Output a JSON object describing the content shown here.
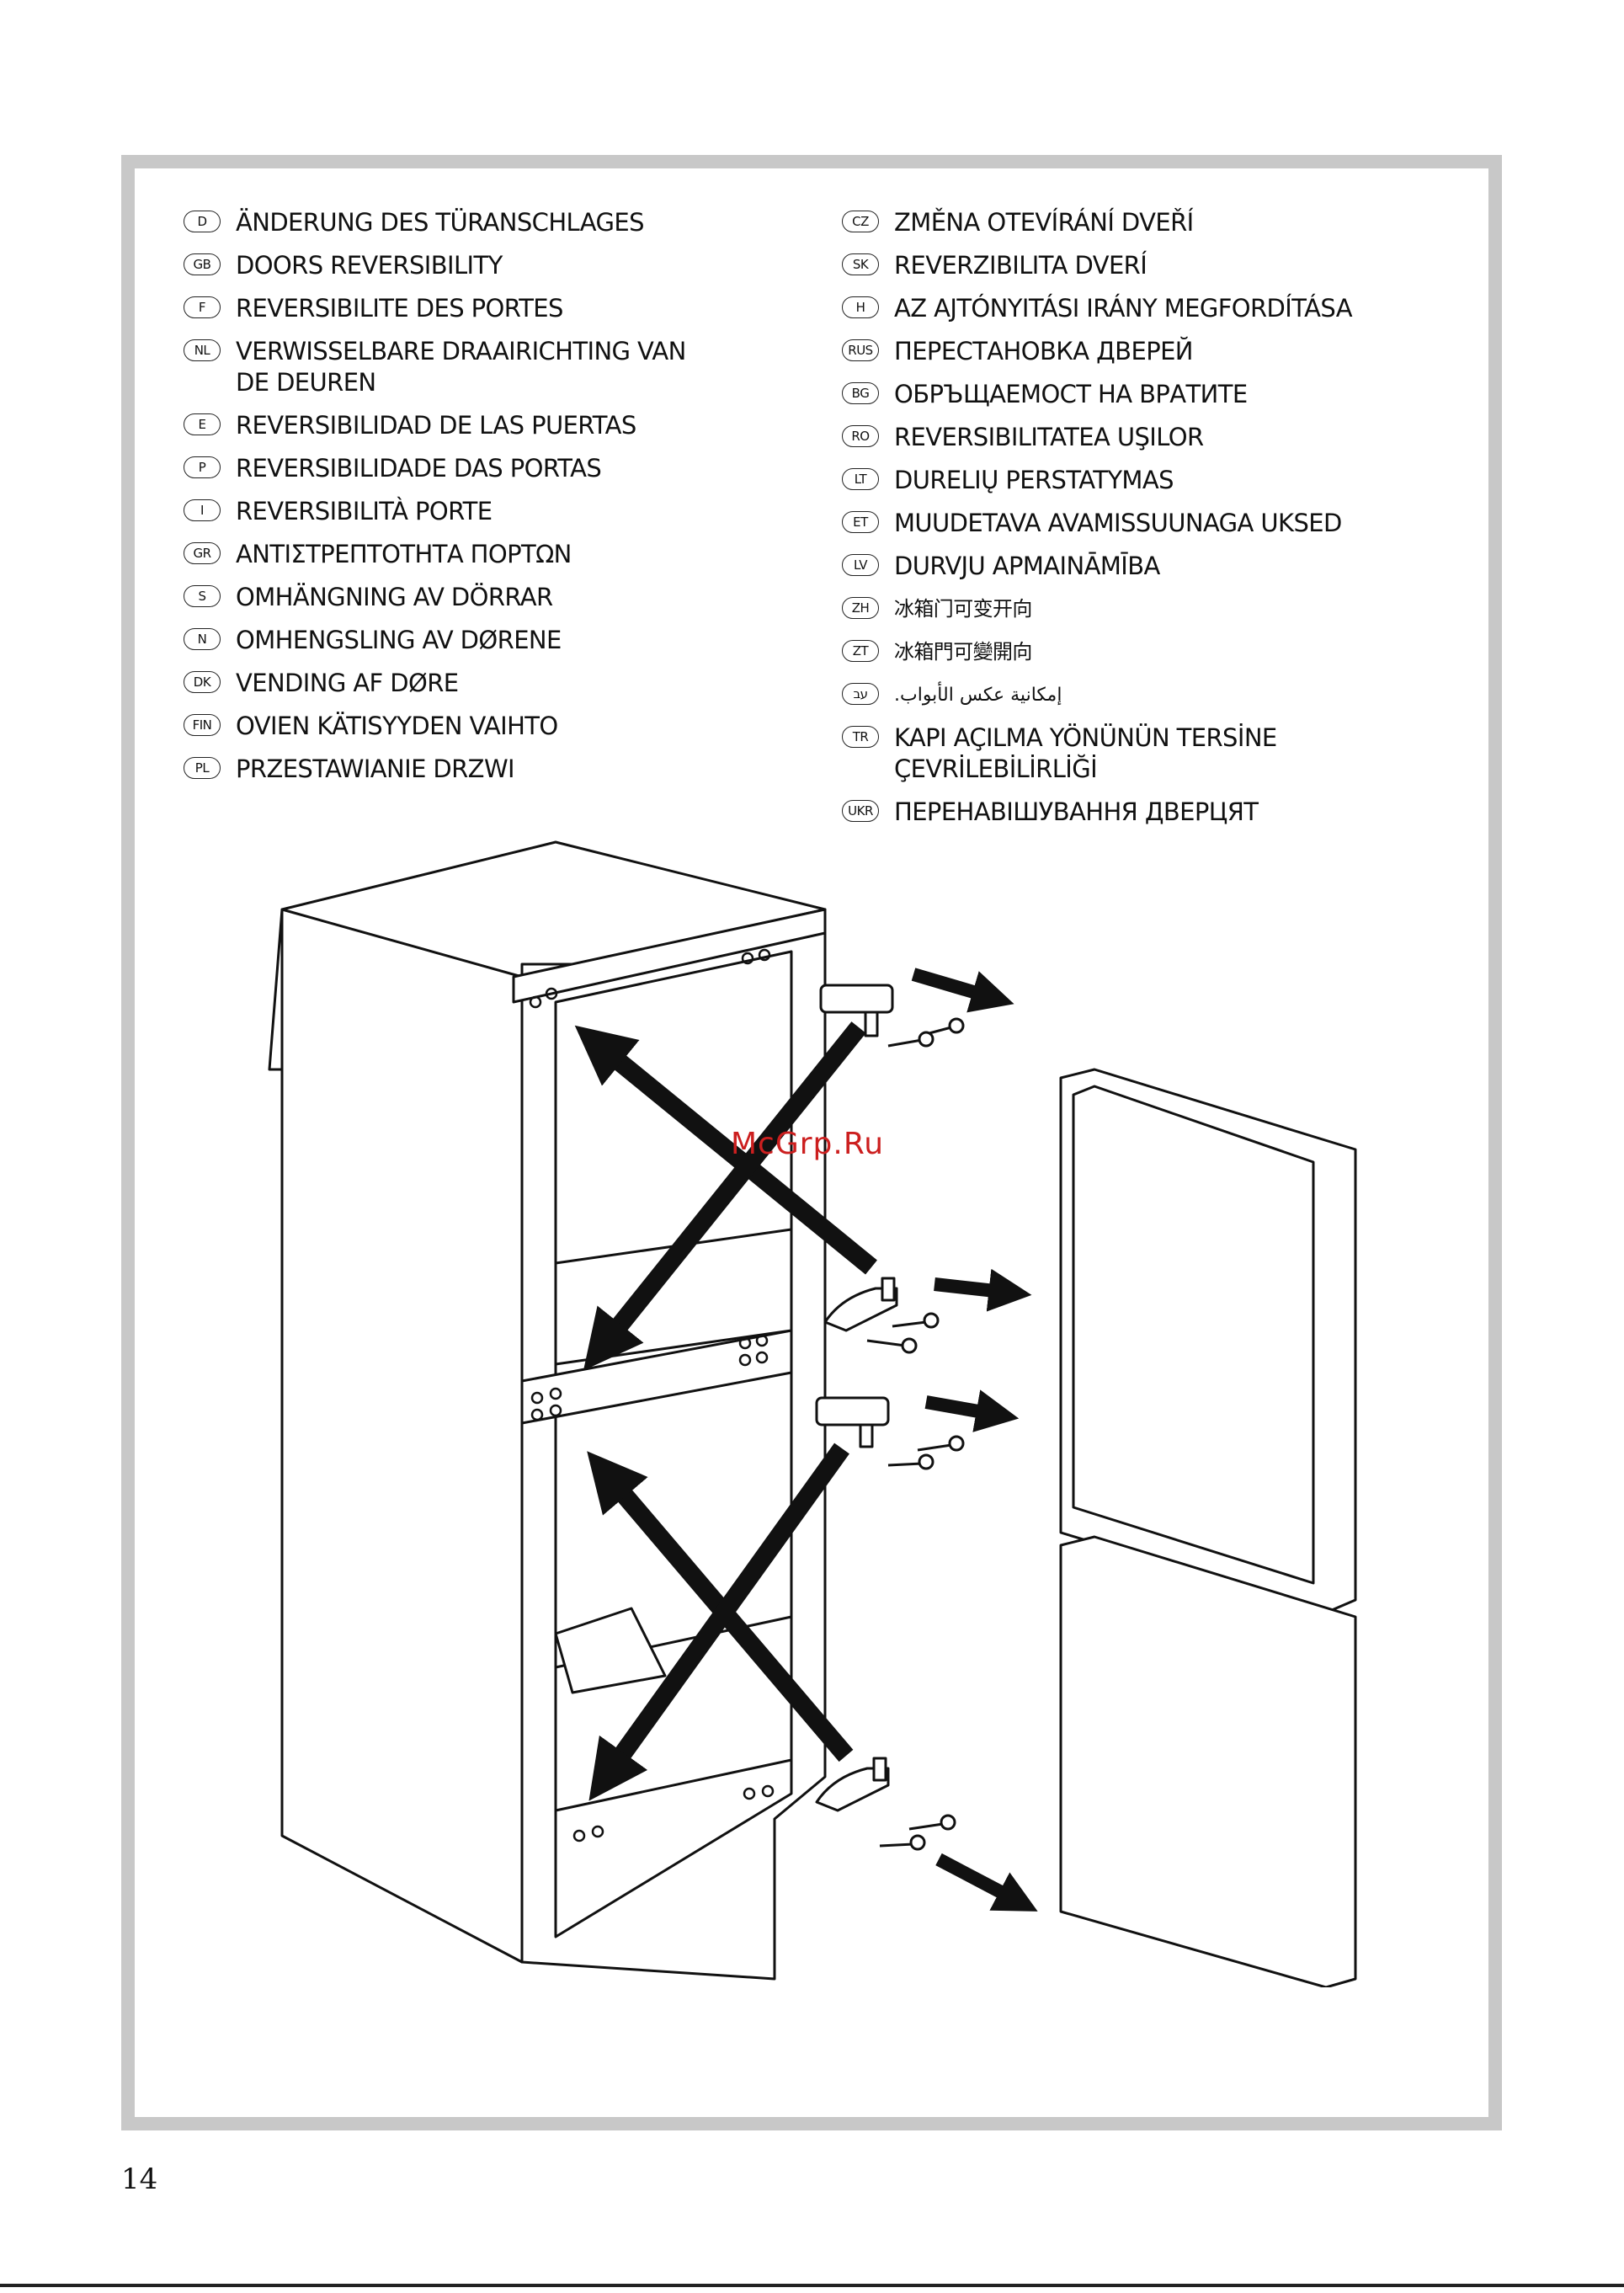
{
  "languages_left": [
    {
      "code": "D",
      "text": "ÄNDERUNG DES TÜRANSCHLAGES"
    },
    {
      "code": "GB",
      "text": "DOORS REVERSIBILITY"
    },
    {
      "code": "F",
      "text": "REVERSIBILITE DES PORTES"
    },
    {
      "code": "NL",
      "text": "VERWISSELBARE DRAAIRICHTING VAN\nDE DEUREN"
    },
    {
      "code": "E",
      "text": "REVERSIBILIDAD DE LAS PUERTAS"
    },
    {
      "code": "P",
      "text": "REVERSIBILIDADE DAS PORTAS"
    },
    {
      "code": "I",
      "text": "REVERSIBILITÀ PORTE"
    },
    {
      "code": "GR",
      "text": "ΑΝΤΙΣΤΡΕΠΤΟΤΗΤΑ ΠΟΡΤΩΝ"
    },
    {
      "code": "S",
      "text": "OMHÄNGNING AV DÖRRAR"
    },
    {
      "code": "N",
      "text": "OMHENGSLING AV DØRENE"
    },
    {
      "code": "DK",
      "text": "VENDING AF DØRE"
    },
    {
      "code": "FIN",
      "text": "OVIEN KÄTISYYDEN VAIHTO"
    },
    {
      "code": "PL",
      "text": "PRZESTAWIANIE DRZWI"
    }
  ],
  "languages_right": [
    {
      "code": "CZ",
      "text": "ZMĚNA OTEVÍRÁNÍ DVEŘÍ"
    },
    {
      "code": "SK",
      "text": "REVERZIBILITA DVERÍ"
    },
    {
      "code": "H",
      "text": "AZ AJTÓNYITÁSI IRÁNY MEGFORDÍTÁSA"
    },
    {
      "code": "RUS",
      "text": "ПЕРЕСТАНОВКА ДВЕРЕЙ"
    },
    {
      "code": "BG",
      "text": "ОБРЪЩАЕМОСТ НА ВРАТИТЕ"
    },
    {
      "code": "RO",
      "text": "REVERSIBILITATEA UŞILOR"
    },
    {
      "code": "LT",
      "text": "DURELIŲ PERSTATYMAS"
    },
    {
      "code": "ET",
      "text": "MUUDETAVA AVAMISSUUNAGA UKSED"
    },
    {
      "code": "LV",
      "text": "DURVJU APMAINĀMĪBA"
    },
    {
      "code": "ZH",
      "text": "冰箱门可变开向"
    },
    {
      "code": "ZT",
      "text": "冰箱門可變開向"
    },
    {
      "code": "עב",
      "text": "إمكانية عكس الأبواب."
    },
    {
      "code": "TR",
      "text": "KAPI AÇILMA YÖNÜNÜN TERSİNE\nÇEVRİLEBİLİRLİĞİ"
    },
    {
      "code": "UKR",
      "text": "ПЕРЕНАВІШУВАННЯ ДВЕРЦЯТ"
    }
  ],
  "watermark": "McGrp.Ru",
  "page_number": "14"
}
